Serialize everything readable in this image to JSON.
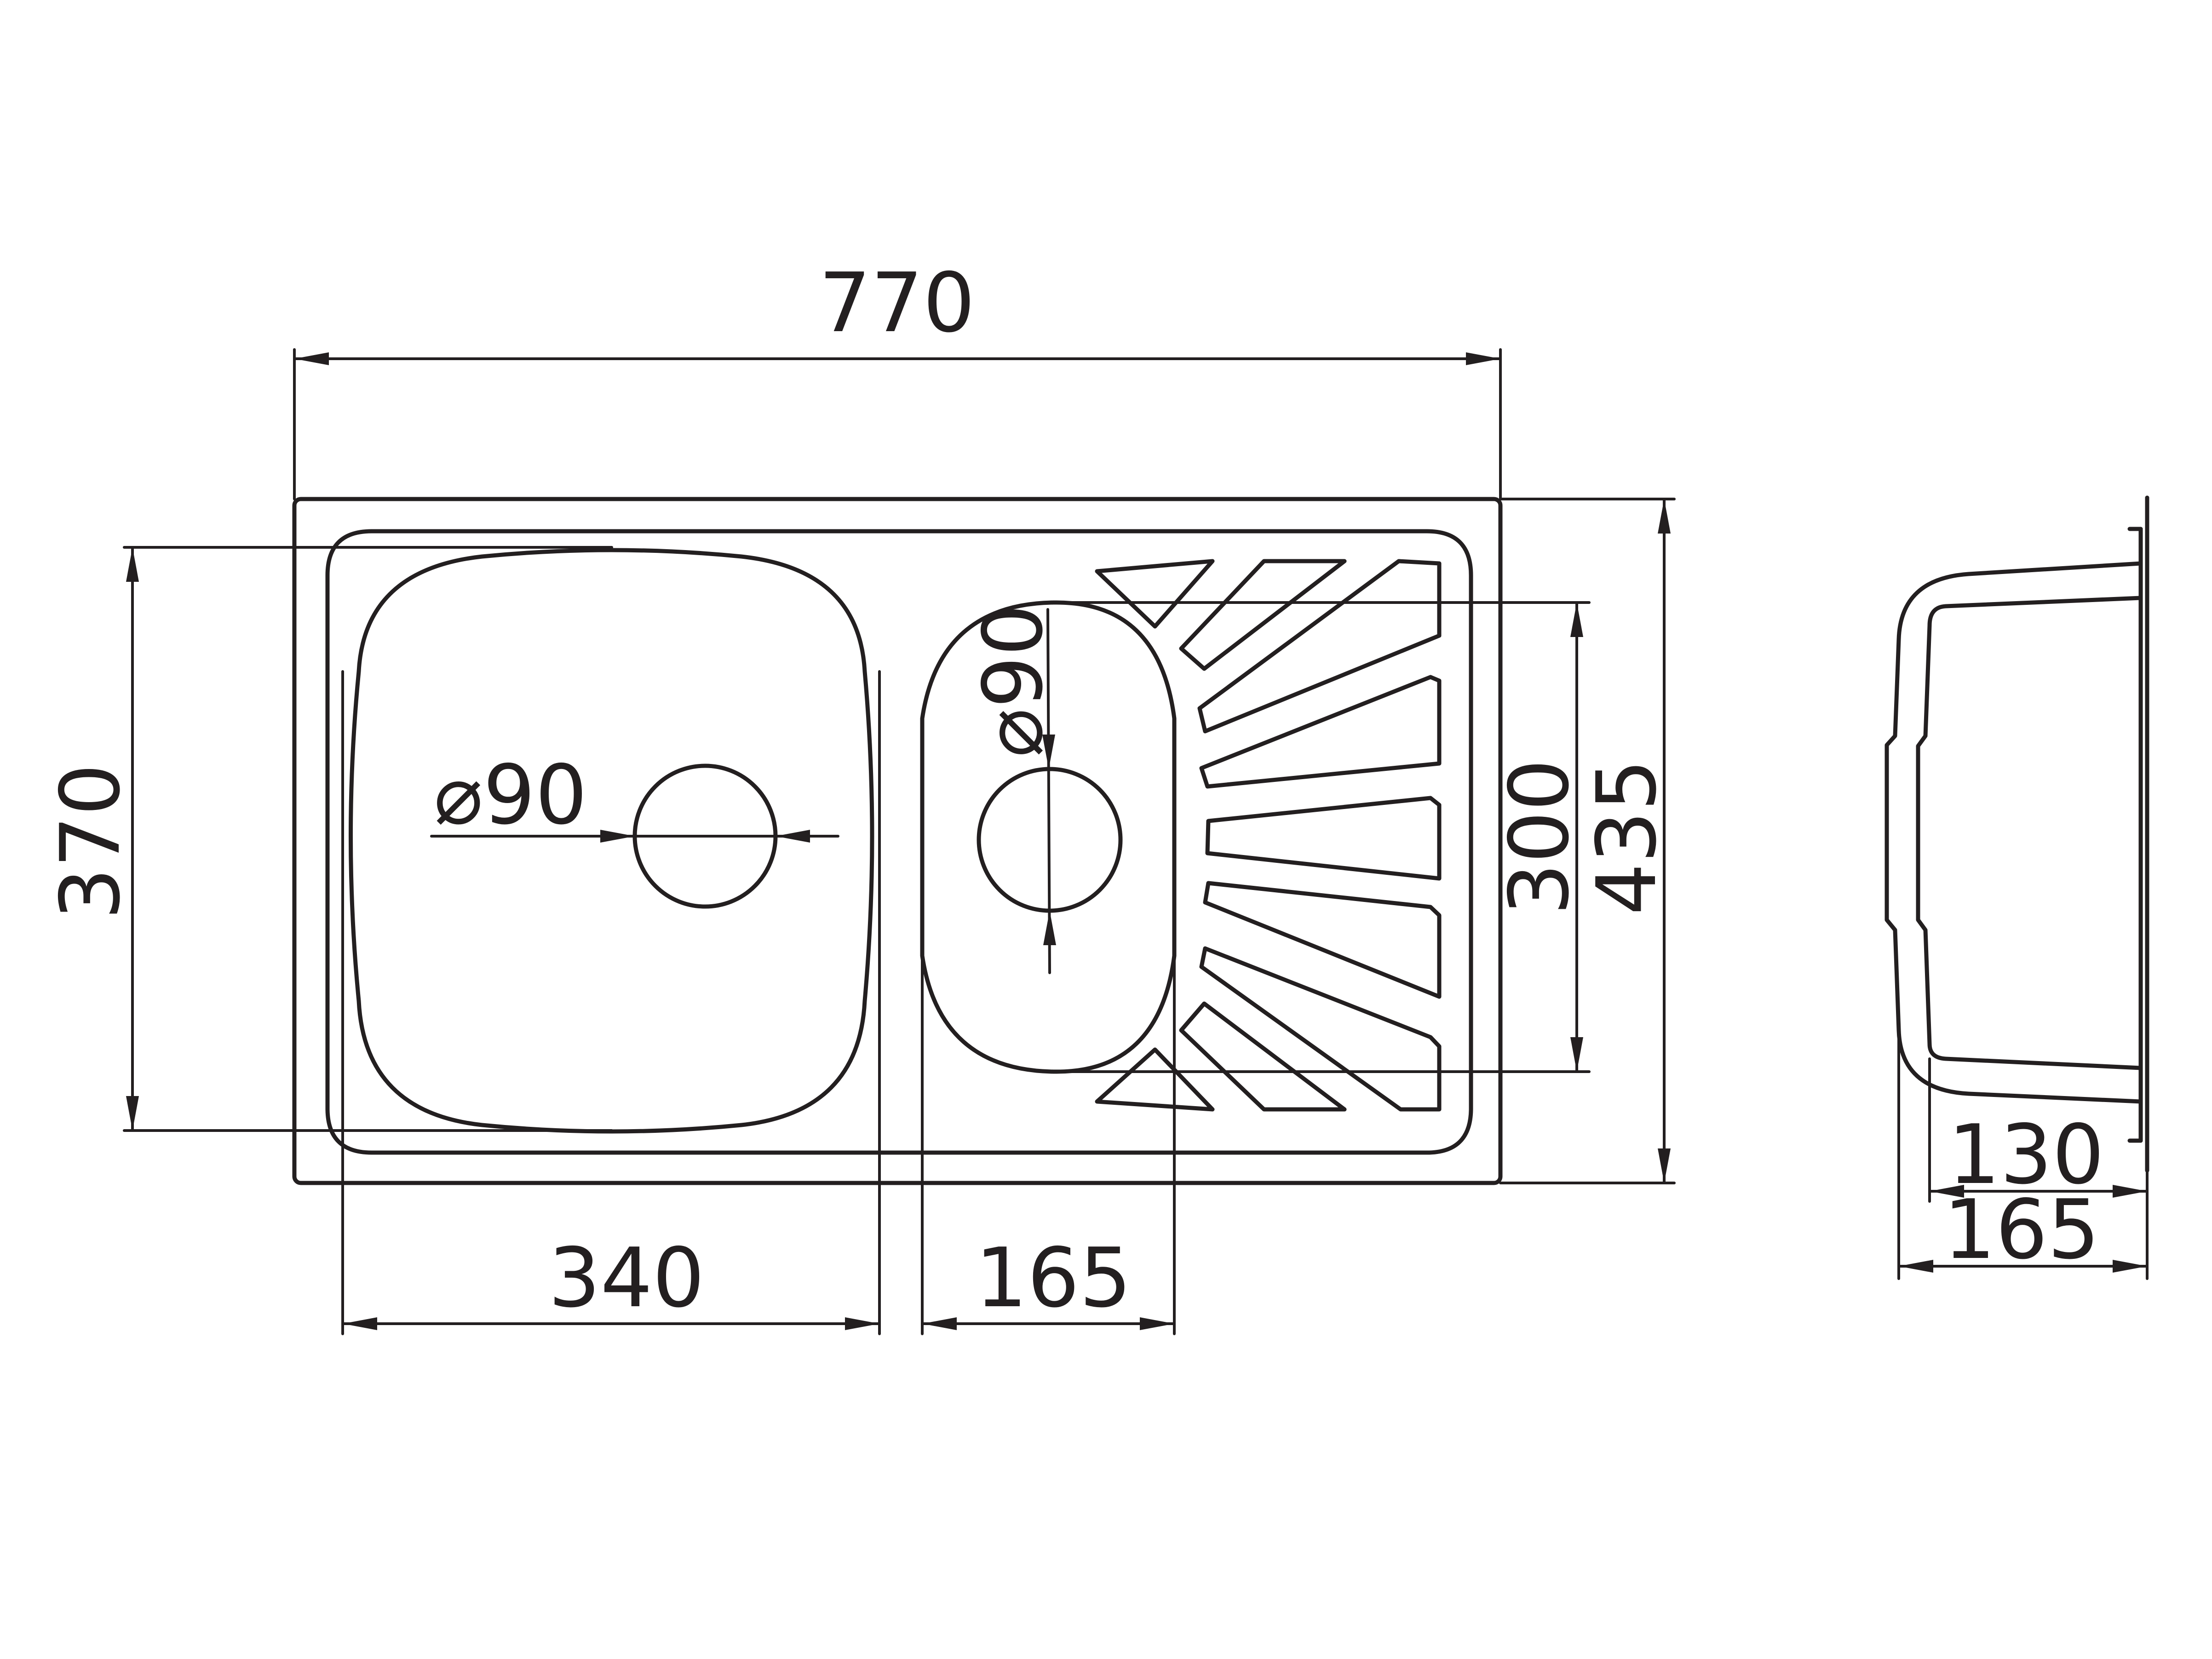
{
  "dimensions": {
    "overall_width": "770",
    "overall_depth": "435",
    "main_bowl_depth": "370",
    "main_bowl_width": "340",
    "small_bowl_width": "165",
    "small_bowl_depth": "300",
    "main_drain_diameter": "⌀90",
    "small_drain_diameter": "⌀90",
    "side_inner_depth": "130",
    "side_total_depth": "165"
  },
  "colors": {
    "line": "#231f20",
    "background": "#ffffff"
  }
}
